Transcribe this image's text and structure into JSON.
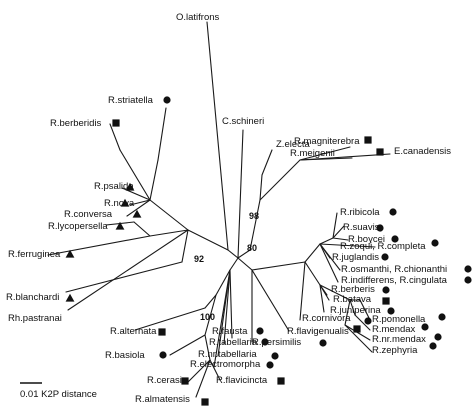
{
  "legend": {
    "circle": "circle-marker",
    "square": "square-marker",
    "triangle": "triangle-marker"
  },
  "scale": {
    "label": "0.01 K2P distance",
    "length": 0.01
  },
  "bootstrap": [
    "98",
    "80",
    "92",
    "100"
  ],
  "taxa": [
    {
      "label": "O.latifrons",
      "marker": "none"
    },
    {
      "label": "R.striatella",
      "marker": "circle"
    },
    {
      "label": "R.berberidis",
      "marker": "square"
    },
    {
      "label": "C.schineri",
      "marker": "none"
    },
    {
      "label": "Z.electa",
      "marker": "none"
    },
    {
      "label": "R.magniterebra",
      "marker": "square"
    },
    {
      "label": "R.meigenii",
      "marker": "square"
    },
    {
      "label": "E.canadensis",
      "marker": "none"
    },
    {
      "label": "R.psalida",
      "marker": "triangle"
    },
    {
      "label": "R.nova",
      "marker": "triangle"
    },
    {
      "label": "R.conversa",
      "marker": "triangle"
    },
    {
      "label": "R.lycopersella",
      "marker": "triangle"
    },
    {
      "label": "R.ferruginea",
      "marker": "triangle"
    },
    {
      "label": "R.blanchardi",
      "marker": "triangle"
    },
    {
      "label": "R.ribicola",
      "marker": "circle"
    },
    {
      "label": "R.suavis",
      "marker": "circle"
    },
    {
      "label": "R.boycei",
      "marker": "circle"
    },
    {
      "label": "R.zoqui, R.completa",
      "marker": "circle"
    },
    {
      "label": "R.juglandis",
      "marker": "circle"
    },
    {
      "label": "R.osmanthi, R.chionanthi",
      "marker": "circle"
    },
    {
      "label": "R.indifferens, R.cingulata",
      "marker": "circle"
    },
    {
      "label": "R.berberis",
      "marker": "circle"
    },
    {
      "label": "R.batava",
      "marker": "square"
    },
    {
      "label": "R.juniperina",
      "marker": "circle"
    },
    {
      "label": "R.cornivora",
      "marker": "circle"
    },
    {
      "label": "R.pomonella",
      "marker": "circle"
    },
    {
      "label": "R.mendax",
      "marker": "circle"
    },
    {
      "label": "R.nr.mendax",
      "marker": "circle"
    },
    {
      "label": "R.zephyria",
      "marker": "circle"
    },
    {
      "label": "R.flavigenualis",
      "marker": "square"
    },
    {
      "label": "R.persimilis",
      "marker": "circle"
    },
    {
      "label": "R.fausta",
      "marker": "circle"
    },
    {
      "label": "R.tabellaria",
      "marker": "circle"
    },
    {
      "label": "R.nr.tabellaria",
      "marker": "circle"
    },
    {
      "label": "R.electromorpha",
      "marker": "circle"
    },
    {
      "label": "Rh.pastranai",
      "marker": "none"
    },
    {
      "label": "R.alternata",
      "marker": "square"
    },
    {
      "label": "R.basiola",
      "marker": "circle"
    },
    {
      "label": "R.cerasi",
      "marker": "square"
    },
    {
      "label": "R.flavicincta",
      "marker": "square"
    },
    {
      "label": "R.almatensis",
      "marker": "square"
    }
  ]
}
